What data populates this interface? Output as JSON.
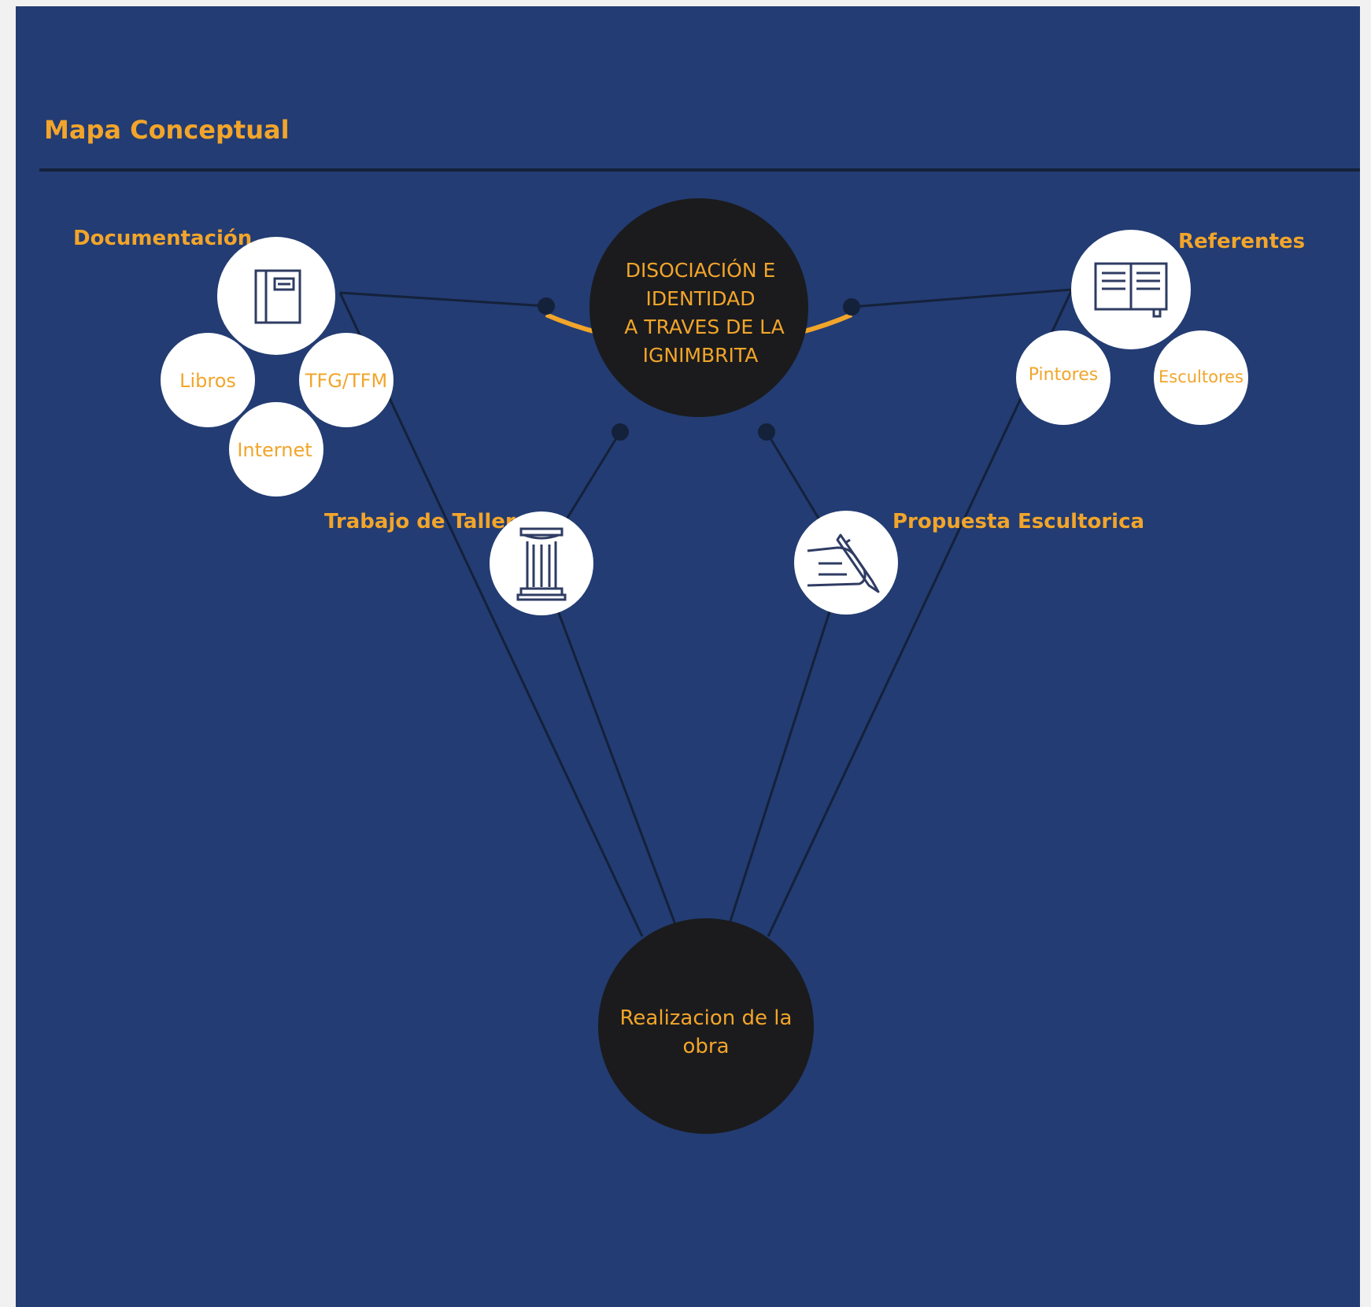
{
  "title": "Mapa Conceptual",
  "colors": {
    "background": "#233c73",
    "accent": "#f2a52a",
    "node_dark": "#1b1b1d",
    "node_light": "#ffffff",
    "connector": "#14213a",
    "icon_stroke": "#2f3c63"
  },
  "central_node": {
    "lines": [
      "DISOCIACIÓN E",
      "IDENTIDAD",
      "A TRAVES DE LA",
      "IGNIMBRITA"
    ]
  },
  "final_node": {
    "lines": [
      "Realizacion de la",
      "obra"
    ]
  },
  "branches": {
    "documentacion": {
      "label": "Documentación",
      "icon": "notebook-icon",
      "items": [
        "Libros",
        "TFG/TFM",
        "Internet"
      ]
    },
    "referentes": {
      "label": "Referentes",
      "icon": "open-book-icon",
      "items": [
        "Pintores",
        "Escultores"
      ]
    },
    "taller": {
      "label": "Trabajo de Taller",
      "icon": "column-icon"
    },
    "propuesta": {
      "label": "Propuesta Escultorica",
      "icon": "hand-pen-icon"
    }
  }
}
